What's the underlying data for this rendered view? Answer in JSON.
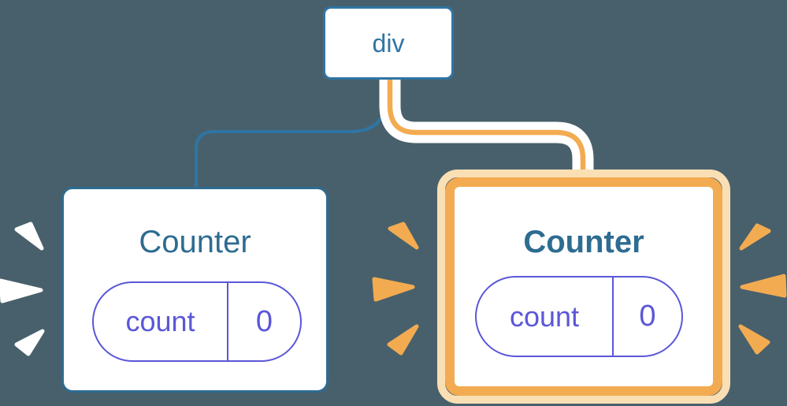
{
  "diagram": {
    "description": "React component tree: a div root with two Counter children; the second Counter is highlighted as re-rendered with state preserved",
    "root": {
      "label": "div"
    },
    "left_counter": {
      "title": "Counter",
      "state": {
        "key": "count",
        "value": "0"
      },
      "highlighted": false
    },
    "right_counter": {
      "title": "Counter",
      "state": {
        "key": "count",
        "value": "0"
      },
      "highlighted": true
    }
  },
  "colors": {
    "background": "#48606B",
    "blue_stroke": "#2F75A4",
    "heading_blue": "#2E6C91",
    "state_indigo": "#5B57D8",
    "highlight_orange": "#F3AB51",
    "highlight_halo": "#FADFB4",
    "card_background": "#FFFFFF",
    "sparkle_white": "#FFFFFF"
  }
}
